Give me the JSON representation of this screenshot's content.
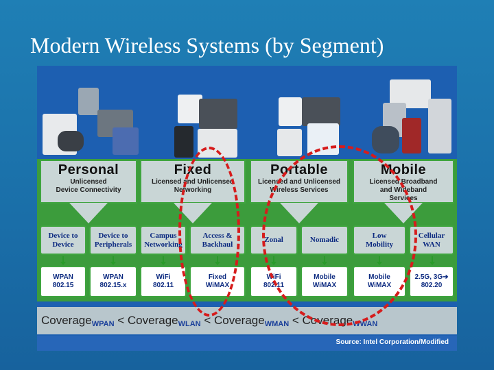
{
  "slide": {
    "title": "Modern Wireless Systems (by Segment)"
  },
  "categories": [
    {
      "name": "Personal",
      "sub1": "Unlicensed",
      "sub2": "Device Connectivity"
    },
    {
      "name": "Fixed",
      "sub1": "Licensed and Unlicensed",
      "sub2": "Networking"
    },
    {
      "name": "Portable",
      "sub1": "Licensed and Unlicensed",
      "sub2": "Wireless Services"
    },
    {
      "name": "Mobile",
      "sub1": "Licensed Broadband",
      "sub2": "and Wideband",
      "sub3": "Services"
    }
  ],
  "segments": [
    {
      "l1": "Device to",
      "l2": "Device"
    },
    {
      "l1": "Device to",
      "l2": "Peripherals"
    },
    {
      "l1": "Campus",
      "l2": "Networking"
    },
    {
      "l1": "Access &",
      "l2": "Backhaul"
    },
    {
      "l1": "Zonal",
      "l2": ""
    },
    {
      "l1": "Nomadic",
      "l2": ""
    },
    {
      "l1": "Low",
      "l2": "Mobility"
    },
    {
      "l1": "Cellular",
      "l2": "WAN"
    }
  ],
  "standards": [
    {
      "l1": "WPAN",
      "l2": "802.15"
    },
    {
      "l1": "WPAN",
      "l2": "802.15.x"
    },
    {
      "l1": "WiFi",
      "l2": "802.11"
    },
    {
      "l1": "Fixed",
      "l2": "WiMAX"
    },
    {
      "l1": "WiFi",
      "l2": "802.11"
    },
    {
      "l1": "Mobile",
      "l2": "WiMAX"
    },
    {
      "l1": "Mobile",
      "l2": "WiMAX"
    },
    {
      "l1": "2.5G, 3G➔",
      "l2": "802.20"
    }
  ],
  "coverage": {
    "w1": "Coverage",
    "s1": "WPAN",
    "lt1": " < ",
    "w2": "Coverage",
    "s2": "WLAN",
    "lt2": " < ",
    "w3": "Coverage",
    "s3": "WMAN",
    "lt3": " < ",
    "w4": "Coverage",
    "s4": "WWAN"
  },
  "source": "Source: Intel Corporation/Modified",
  "colors": {
    "background": "#1f7fb5",
    "panel": "#1d5fb1",
    "accent_green": "#3fa53f",
    "highlight_red": "#d61c1c"
  }
}
